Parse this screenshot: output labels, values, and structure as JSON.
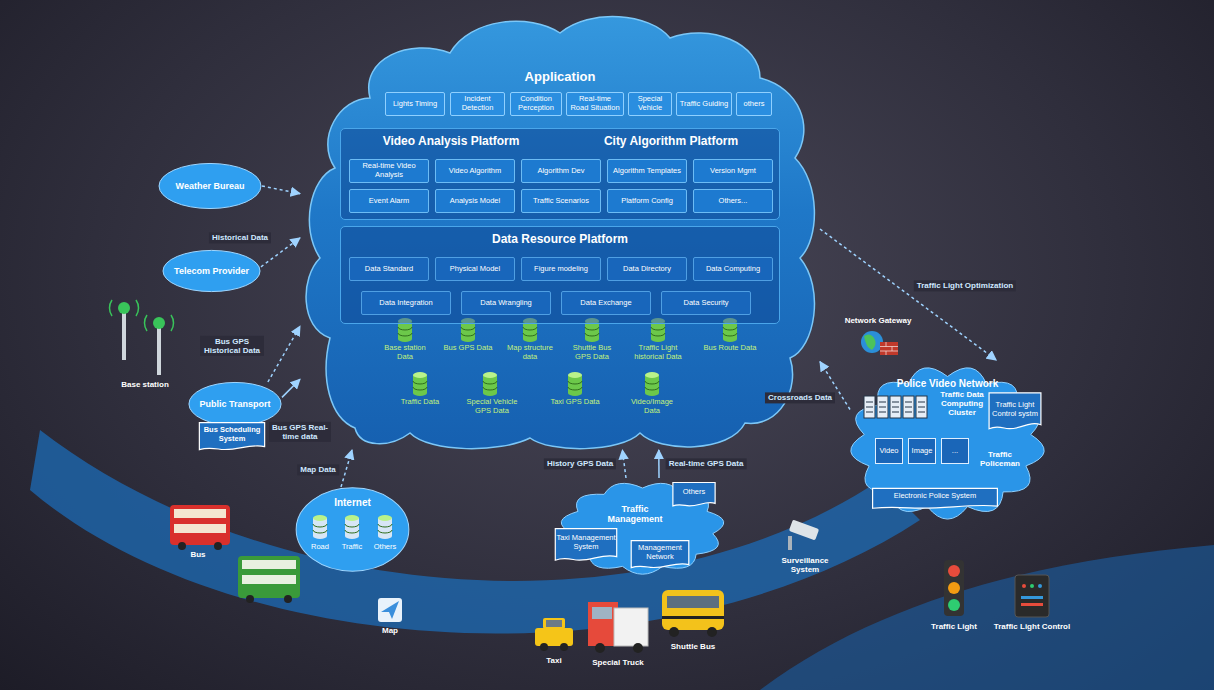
{
  "diagram": {
    "nodes": [
      {
        "text": [
          "Application"
        ]
      },
      {
        "text": [
          "Lights Timing"
        ],
        "in": 0
      },
      {
        "text": [
          "Incident Detection"
        ],
        "in": 0
      },
      {
        "text": [
          "Condition Perception"
        ],
        "in": 0
      },
      {
        "text": [
          "Real-time Road Situation"
        ],
        "in": 0
      },
      {
        "text": [
          "Special Vehicle"
        ],
        "in": 0
      },
      {
        "text": [
          "Traffic Guiding"
        ],
        "in": 0
      },
      {
        "text": [
          "others"
        ],
        "in": 0
      },
      {
        "text": [
          "Video Analysis Platform",
          "City Algorithm Platform"
        ],
        "in": 0
      },
      {
        "text": [
          "Real-time Video Analysis"
        ],
        "in": 8
      },
      {
        "text": [
          "Video Algorithm"
        ],
        "in": 8
      },
      {
        "text": [
          "Algorithm Dev"
        ],
        "in": 8
      },
      {
        "text": [
          "Algorithm Templates"
        ],
        "in": 8
      },
      {
        "text": [
          "Version Mgmt"
        ],
        "in": 8
      },
      {
        "text": [
          "Event Alarm"
        ],
        "in": 8
      },
      {
        "text": [
          "Analysis Model"
        ],
        "in": 8
      },
      {
        "text": [
          "Traffic Scenarios"
        ],
        "in": 8
      },
      {
        "text": [
          "Platform Config"
        ],
        "in": 8
      },
      {
        "text": [
          "Others..."
        ],
        "in": 8
      },
      {
        "text": [
          "Data Resource Platform"
        ],
        "in": 0
      },
      {
        "text": [
          "Data Standard"
        ],
        "in": 19
      },
      {
        "text": [
          "Physical Model"
        ],
        "in": 19
      },
      {
        "text": [
          "Figure modeling"
        ],
        "in": 19
      },
      {
        "text": [
          "Data Directory"
        ],
        "in": 19
      },
      {
        "text": [
          "Data Computing"
        ],
        "in": 19
      },
      {
        "text": [
          "Data Integration"
        ],
        "in": 19
      },
      {
        "text": [
          "Data Wrangling"
        ],
        "in": 19
      },
      {
        "text": [
          "Data Exchange"
        ],
        "in": 19
      },
      {
        "text": [
          "Data Security"
        ],
        "in": 19
      },
      {
        "text": [
          "Weather Bureau"
        ]
      },
      {
        "text": [
          "Telecom Provider"
        ]
      },
      {
        "text": [
          "Public Transport"
        ]
      },
      {
        "text": [
          "Bus Scheduling System"
        ],
        "in": 31
      },
      {
        "text": [
          "Internet",
          "Road",
          "Traffic",
          "Others"
        ]
      },
      {
        "text": [
          "Traffic Management"
        ]
      },
      {
        "text": [
          "Others"
        ],
        "in": 34
      },
      {
        "text": [
          "Taxi Management System"
        ],
        "in": 34
      },
      {
        "text": [
          "Management Network"
        ],
        "in": 34
      },
      {
        "text": [
          "Police Video Network"
        ]
      },
      {
        "text": [
          "Video"
        ],
        "in": 38
      },
      {
        "text": [
          "Image"
        ],
        "in": 38
      },
      {
        "text": [
          "..."
        ],
        "in": 38
      },
      {
        "text": [
          "Traffic Light Control systm"
        ],
        "in": 38
      },
      {
        "text": [
          "Electronic Police System"
        ],
        "in": 38
      }
    ],
    "edges": [
      {
        "from": 29,
        "to": 0,
        "arrow": "to"
      },
      {
        "from": 30,
        "to": 0,
        "label": "Historical Data",
        "arrow": "to"
      },
      {
        "from": 31,
        "to": 0,
        "label": "Bus GPS Historical Data",
        "arrow": "to"
      },
      {
        "from": 31,
        "to": 0,
        "label": "Bus GPS Real-time data",
        "arrow": "to"
      },
      {
        "from": 33,
        "to": 0,
        "label": "Map Data",
        "arrow": "to"
      },
      {
        "from": 34,
        "to": 0,
        "label": "History GPS Data",
        "arrow": "to"
      },
      {
        "from": 34,
        "to": 0,
        "label": "Real-time GPS Data",
        "arrow": "to"
      },
      {
        "from": 38,
        "to": 0,
        "label": "Crossroads Data",
        "arrow": "to"
      },
      {
        "from": 0,
        "to": 38,
        "label": "Traffic Light Optimization",
        "arrow": "to"
      }
    ],
    "labels": [
      "Base station Data",
      "Bus GPS Data",
      "Map structure data",
      "Shuttle Bus GPS Data",
      "Traffic Light historical Data",
      "Bus Route Data",
      "Traffic Data",
      "Special Vehicle GPS Data",
      "Taxi GPS Data",
      "Video/Image Data",
      "Base station",
      "Network Gateway",
      "Traffic Data Computing Cluster",
      "Traffic Policeman",
      "Bus",
      "Map",
      "Surveillance System",
      "Taxi",
      "Special Truck",
      "Shuttle Bus",
      "Traffic Light",
      "Traffic Light Control"
    ]
  }
}
